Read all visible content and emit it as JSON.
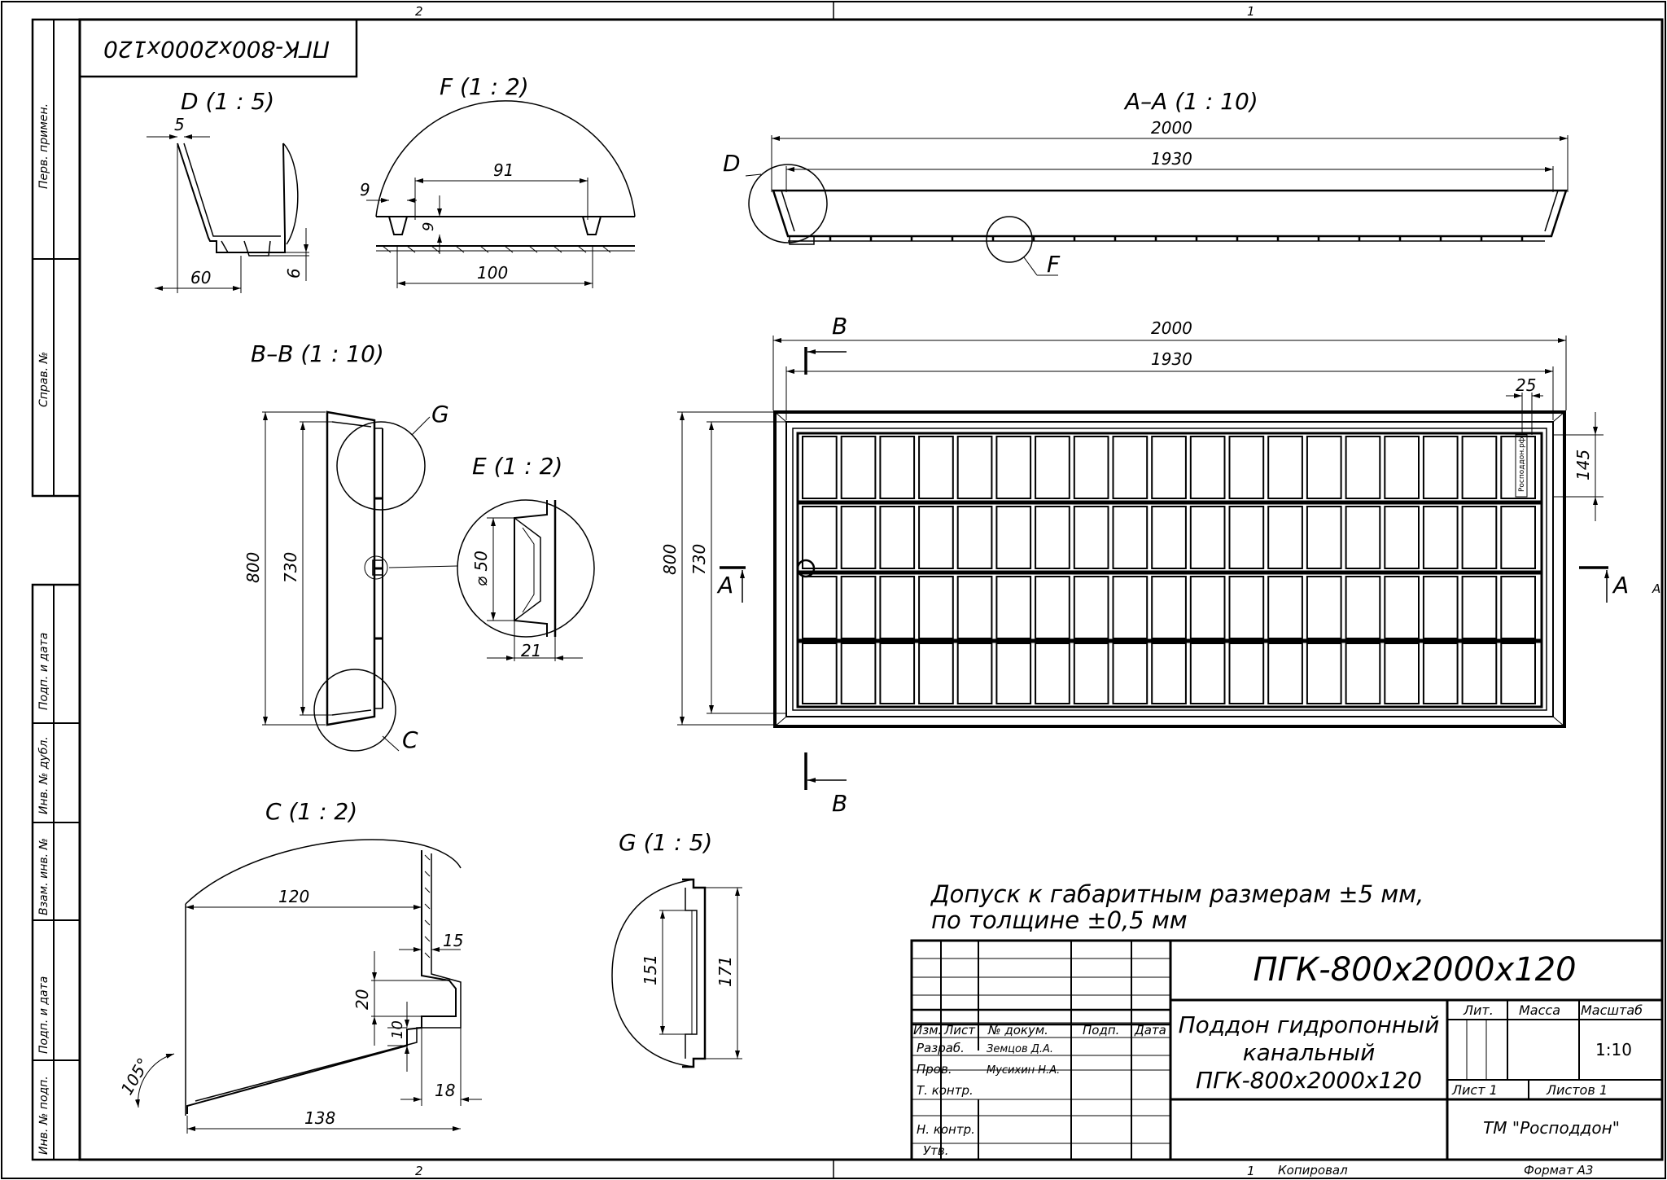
{
  "frame": {
    "zone_top_left": "2",
    "zone_top_right": "1",
    "zone_bottom_left": "2",
    "zone_bottom_right": "1",
    "zone_right": "A",
    "rotated_title": "ПГК-800x2000x120",
    "side_columns": [
      "Перв. примен.",
      "Справ. №",
      "Подп. и дата",
      "Инв. № дубл.",
      "Взам. инв. №",
      "Подп. и дата",
      "Инв. № подп."
    ],
    "copied_by": "Копировал",
    "format": "Формат А3"
  },
  "views": {
    "d_title": "D (1 : 5)",
    "f_title": "F (1 : 2)",
    "aa_title": "A–A (1 : 10)",
    "bb_title": "B–B (1 : 10)",
    "e_title": "E (1 : 2)",
    "c_title": "C (1 : 2)",
    "g_title": "G (1 : 5)"
  },
  "dims": {
    "d_5": "5",
    "d_60": "60",
    "d_6": "6",
    "f_9a": "9",
    "f_91": "91",
    "f_9b": "9",
    "f_100": "100",
    "aa_2000": "2000",
    "aa_1930": "1930",
    "plan_2000": "2000",
    "plan_1930": "1930",
    "plan_25": "25",
    "plan_145": "145",
    "plan_800": "800",
    "plan_730": "730",
    "bb_800": "800",
    "bb_730": "730",
    "e_d50": "⌀ 50",
    "e_21": "21",
    "c_120": "120",
    "c_15": "15",
    "c_20": "20",
    "c_10": "10",
    "c_18": "18",
    "c_138": "138",
    "c_105": "105°",
    "g_151": "151",
    "g_171": "171"
  },
  "labels": {
    "callout_d": "D",
    "callout_f": "F",
    "callout_g": "G",
    "callout_c": "C",
    "section_b": "B",
    "section_a": "A",
    "stamp_text": "Росподдон.рф"
  },
  "note": {
    "line1": "Допуск к габаритным размерам ±5 мм,",
    "line2": "по толщине ±0,5 мм"
  },
  "title_block": {
    "designation": "ПГК-800x2000x120",
    "name_line1": "Поддон гидропонный",
    "name_line2": "канальный",
    "name_line3": "ПГК-800x2000x120",
    "col_izm": "Изм.",
    "col_list": "Лист",
    "col_dokum": "№ докум.",
    "col_podp": "Подп.",
    "col_data": "Дата",
    "row_razrab": "Разраб.",
    "razrab_name": "Земцов Д.А.",
    "row_prov": "Пров.",
    "prov_name": "Мусихин Н.А.",
    "row_tkontr": "Т. контр.",
    "row_nkontr": "Н. контр.",
    "row_utv": "Утв.",
    "lit": "Лит.",
    "massa": "Масса",
    "masshtab": "Масштаб",
    "scale": "1:10",
    "sheet": "Лист 1",
    "sheets": "Листов 1",
    "company": "ТМ \"Росподдон\""
  }
}
